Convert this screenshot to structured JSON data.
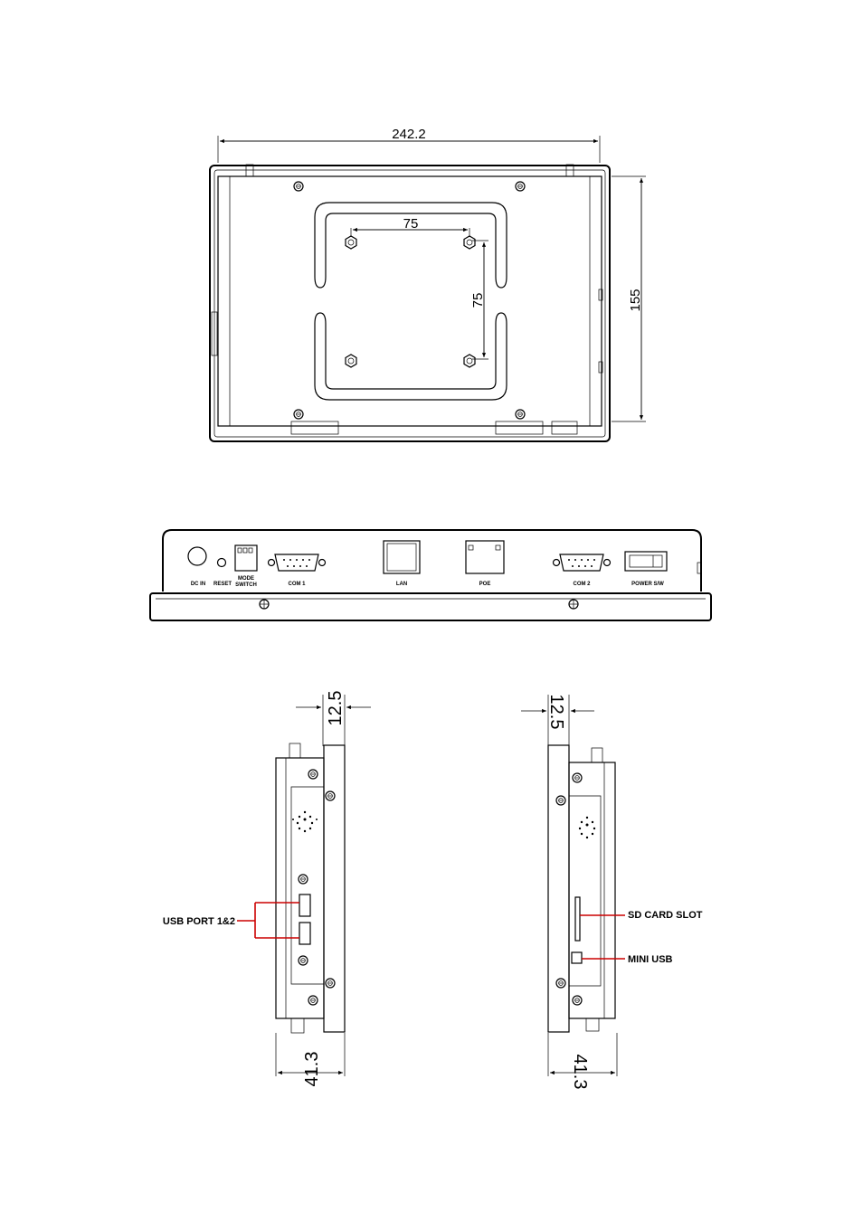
{
  "top_view": {
    "width_dim": "242.2",
    "height_dim": "155",
    "vesa_h_dim": "75",
    "vesa_v_dim": "75"
  },
  "io_view": {
    "dc_in": "DC IN",
    "reset": "RESET",
    "mode_switch_line1": "MODE",
    "mode_switch_line2": "SWITCH",
    "com1": "COM 1",
    "lan": "LAN",
    "poe": "POE",
    "com2": "COM 2",
    "power_sw": "POWER S/W"
  },
  "left_side_view": {
    "top_dim": "12.5",
    "bottom_dim": "41.3",
    "usb_label": "USB PORT 1&2"
  },
  "right_side_view": {
    "top_dim": "12.5",
    "bottom_dim": "41.3",
    "sd_label": "SD CARD SLOT",
    "mini_usb_label": "MINI USB"
  },
  "colors": {
    "line": "#000000",
    "callout": "#cc0000"
  }
}
